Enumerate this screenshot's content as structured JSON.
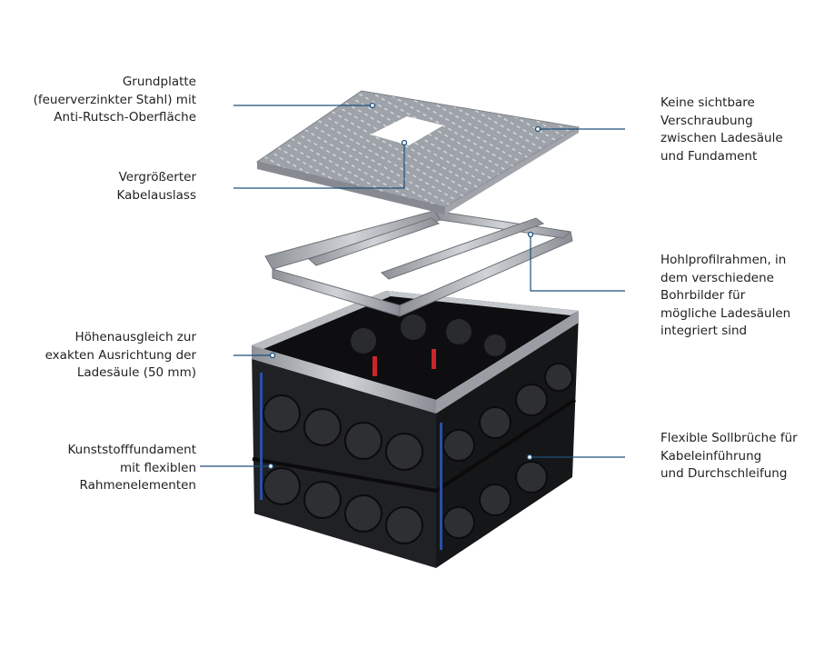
{
  "labels": {
    "grundplatte": [
      "Grundplatte",
      "(feuerverzinkter Stahl) mit",
      "Anti-Rutsch-Oberfläche"
    ],
    "kabelauslass": [
      "Vergrößerter",
      "Kabelauslass"
    ],
    "hoehenausgleich": [
      "Höhenausgleich zur",
      "exakten Ausrichtung der",
      "Ladesäule (50 mm)"
    ],
    "kunststoff": [
      "Kunststofffundament",
      "mit flexiblen",
      "Rahmenelementen"
    ],
    "verschraubung": [
      "Keine sichtbare",
      "Verschraubung",
      "zwischen Ladesäule",
      "und Fundament"
    ],
    "hohlprofil": [
      "Hohlprofilrahmen, in",
      "dem verschiedene",
      "Bohrbilder für",
      "mögliche Ladesäulen",
      "integriert sind"
    ],
    "sollbrueche": [
      "Flexible Sollbrüche für",
      "Kabeleinführung",
      "und Durchschleifung"
    ]
  },
  "colors": {
    "leader": "#1d4f7c",
    "steel": "#a9adb3",
    "plastic": "#1b1c1e",
    "accent_red": "#c8262b",
    "accent_blue": "#2a4fa8"
  }
}
